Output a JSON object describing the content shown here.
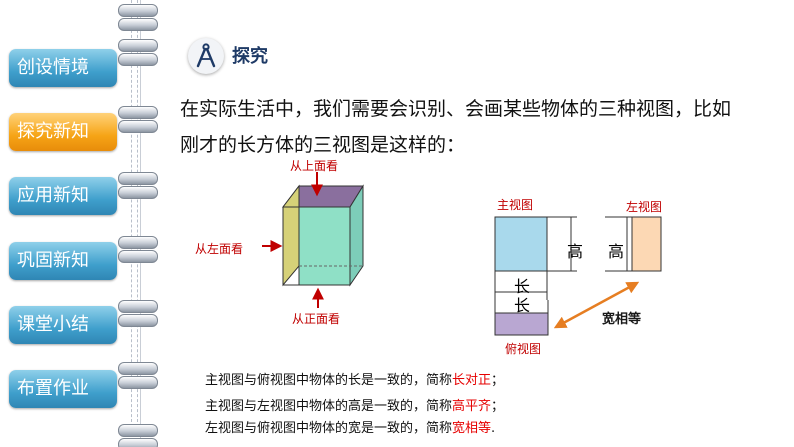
{
  "nav": {
    "items": [
      {
        "label": "创设情境",
        "active": false
      },
      {
        "label": "探究新知",
        "active": true
      },
      {
        "label": "应用新知",
        "active": false
      },
      {
        "label": "巩固新知",
        "active": false
      },
      {
        "label": "课堂小结",
        "active": false
      },
      {
        "label": "布置作业",
        "active": false
      }
    ]
  },
  "section": {
    "title": "探究",
    "icon": "compass-icon"
  },
  "intro": {
    "line1": "在实际生活中，我们需要会识别、会画某些物体的三种视图，比如",
    "line2": "刚才的长方体的三视图是这样的："
  },
  "cube": {
    "top_label": "从上面看",
    "left_label": "从左面看",
    "front_label": "从正面看"
  },
  "views": {
    "front_title": "主视图",
    "side_title": "左视图",
    "top_title": "俯视图",
    "height_label_front": "高",
    "height_label_side": "高",
    "length_label_front": "长",
    "length_label_top": "长",
    "width_label": "宽相等"
  },
  "conclusions": [
    {
      "prefix": "主视图与俯视图中物体的长是一致的，简称",
      "highlight": "长对正",
      "suffix": "；"
    },
    {
      "prefix": "主视图与左视图中物体的高是一致的，简称",
      "highlight": "高平齐",
      "suffix": "；"
    },
    {
      "prefix": "左视图与俯视图中物体的宽是一致的，简称",
      "highlight": "宽相等",
      "suffix": "."
    }
  ],
  "colors": {
    "nav_blue": "#3f9fcc",
    "nav_active": "#f6a416",
    "front_view": "#a9d9ec",
    "side_view": "#fcd8b4",
    "top_view": "#b9a7d2",
    "arrow": "#e67e22",
    "label_red": "#c00000"
  }
}
